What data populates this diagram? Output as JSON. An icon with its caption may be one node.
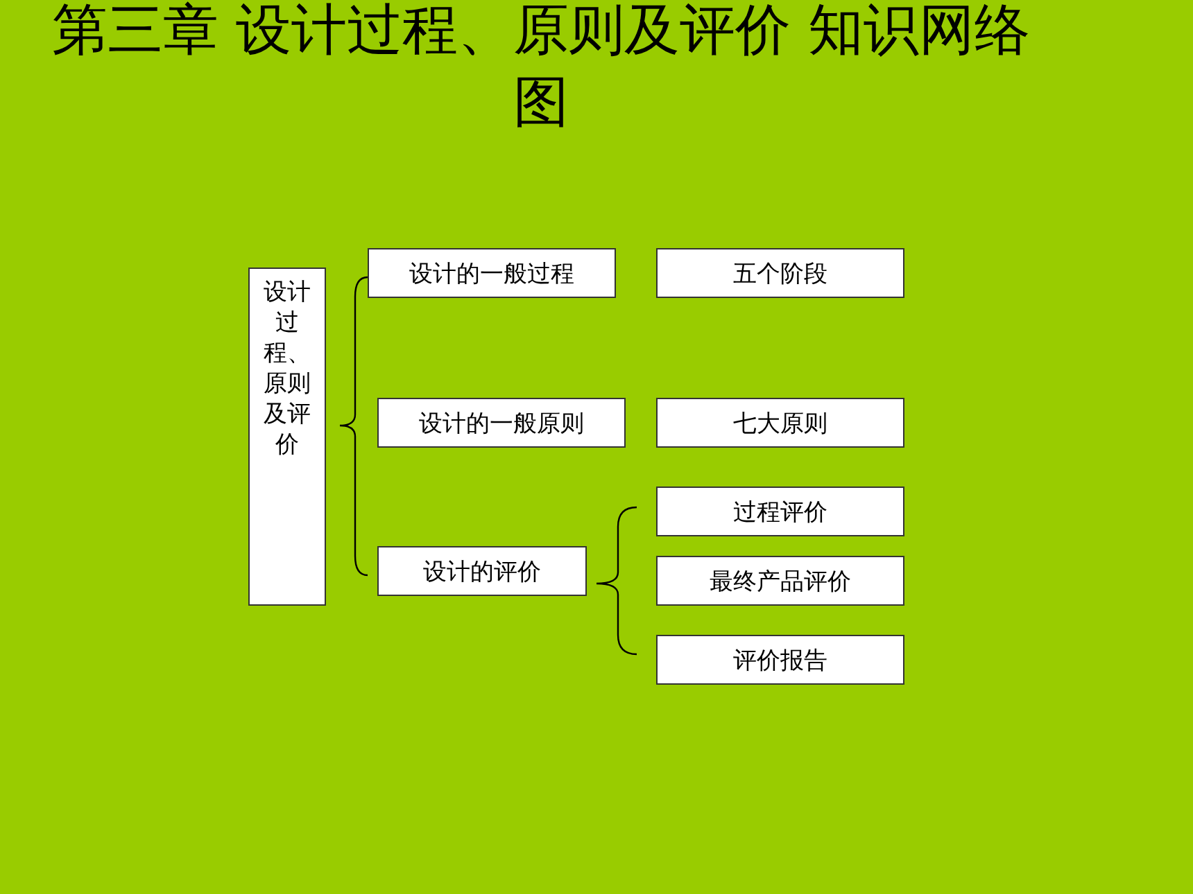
{
  "diagram": {
    "title": "第三章 设计过程、原则及评价 知识网络图",
    "nodes": [
      {
        "text": [
          "设计过程、原则及评价"
        ]
      },
      {
        "text": [
          "设计的一般过程"
        ]
      },
      {
        "text": [
          "设计的一般原则"
        ]
      },
      {
        "text": [
          "设计的评价"
        ]
      },
      {
        "text": [
          "五个阶段"
        ]
      },
      {
        "text": [
          "七大原则"
        ]
      },
      {
        "text": [
          "过程评价"
        ]
      },
      {
        "text": [
          "最终产品评价"
        ]
      },
      {
        "text": [
          "评价报告"
        ]
      }
    ]
  }
}
